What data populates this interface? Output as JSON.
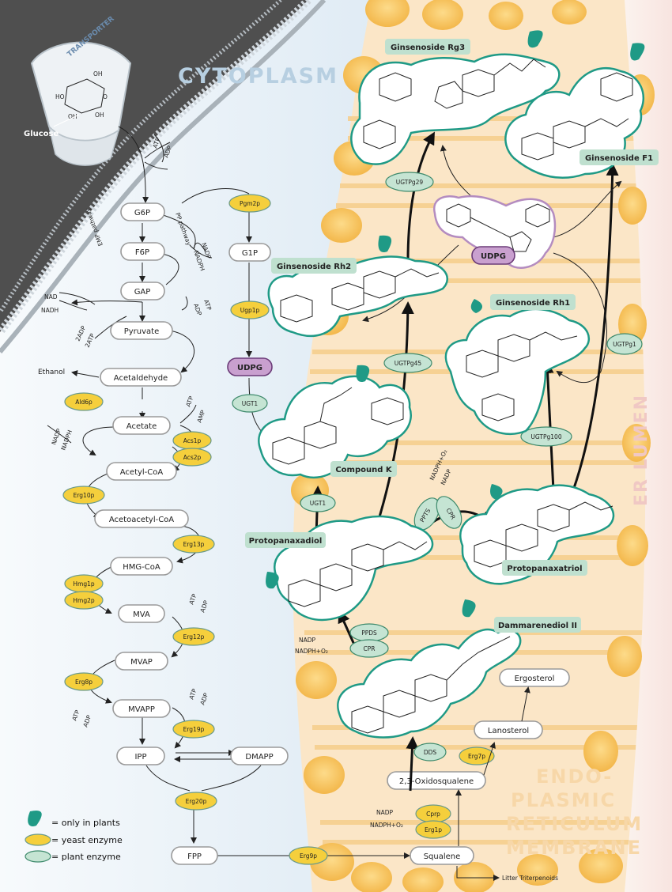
{
  "regions": {
    "cytoplasm": "CYTOPLASM",
    "er_lumen": "ER LUMEN",
    "er_membrane": [
      "ENDO-",
      "PLASMIC",
      "RETICULUM",
      "MEMBRANE"
    ],
    "transporter": "TRANSPORTER"
  },
  "glucose_label": "Glucose",
  "metabolites": {
    "g6p": "G6P",
    "f6p": "F6P",
    "gap": "GAP",
    "pyruvate": "Pyruvate",
    "acetaldehyde": "Acetaldehyde",
    "acetate": "Acetate",
    "acetyl_coa": "Acetyl-CoA",
    "acetoacetyl_coa": "Acetoacetyl-CoA",
    "hmg_coa": "HMG-CoA",
    "mva": "MVA",
    "mvap": "MVAP",
    "mvapp": "MVAPP",
    "ipp": "IPP",
    "dmapp": "DMAPP",
    "fpp": "FPP",
    "squalene": "Squalene",
    "oxidosqualene": "2,3-Oxidosqualene",
    "lanosterol": "Lanosterol",
    "ergosterol": "Ergosterol",
    "g1p": "G1P",
    "udpg_left": "UDPG",
    "udpg_right": "UDPG"
  },
  "yeast_enzymes": {
    "pgm2p": "Pgm2p",
    "ugp1p": "Ugp1p",
    "ald6p": "Ald6p",
    "acs1p": "Acs1p",
    "acs2p": "Acs2p",
    "erg10p": "Erg10p",
    "erg13p": "Erg13p",
    "hmg1p": "Hmg1p",
    "hmg2p": "Hmg2p",
    "erg12p": "Erg12p",
    "erg8p": "Erg8p",
    "erg19p": "Erg19p",
    "erg20p": "Erg20p",
    "erg9p": "Erg9p",
    "erg7p": "Erg7p",
    "cprp": "Cprp",
    "erg1p": "Erg1p"
  },
  "plant_enzymes": {
    "ugt1_left": "UGT1",
    "ugt1_right": "UGT1",
    "ugtpg29": "UGTPg29",
    "ugtpg45": "UGTPg45",
    "ugtpg100": "UGTPg100",
    "ugtpg1": "UGTPg1",
    "ppts": "PPTS",
    "cpr_top": "CPR",
    "ppds": "PPDS",
    "cpr_bottom": "CPR",
    "dds": "DDS"
  },
  "ginsenosides": {
    "rg3": "Ginsenoside Rg3",
    "f1": "Ginsenoside F1",
    "rh2": "Ginsenoside Rh2",
    "rh1": "Ginsenoside Rh1",
    "compound_k": "Compound K",
    "protopanaxadiol": "Protopanaxadiol",
    "protopanaxatriol": "Protopanaxatriol",
    "dammarenediol": "Dammarenediol II"
  },
  "cofactors": {
    "atp1": "ATP",
    "adp1": "ADP",
    "nadp1": "NADP",
    "nadph1": "NADPH",
    "emp": "EMP pathway",
    "pp": "PP pathway",
    "atp2": "ATP",
    "adp2": "ADP",
    "nad": "NAD",
    "nadh": "NADH",
    "adp3": "2ADP",
    "atp3": "2ATP",
    "ethanol": "Ethanol",
    "atp4": "ATP",
    "amp4": "AMP",
    "nadp5": "NADP",
    "nadph5": "NADPH",
    "atp6": "ATP",
    "adp6": "ADP",
    "atp7": "ATP",
    "adp7": "ADP",
    "atp8": "ATP",
    "adp8": "ADP",
    "nadp9": "NADP",
    "nadph9": "NADPH+O₂",
    "nadp10": "NADP",
    "nadph10": "NADPH+O₂",
    "nadph11": "NADPH+O₂",
    "nadp11": "NADP",
    "litter": "Litter Triterpenoids"
  },
  "legend": {
    "plants": "= only in plants",
    "yeast": "= yeast enzyme",
    "plant": "= plant enzyme"
  },
  "colors": {
    "yeast_enzyme": "#f5cf3c",
    "plant_enzyme": "#c5e4d3",
    "molecule_outline": "#1f9a86",
    "udpg": "#c9a0cf",
    "leaf": "#1f9a86",
    "membrane": "#f6c360",
    "cytoplasm": "#dbe9f3"
  }
}
